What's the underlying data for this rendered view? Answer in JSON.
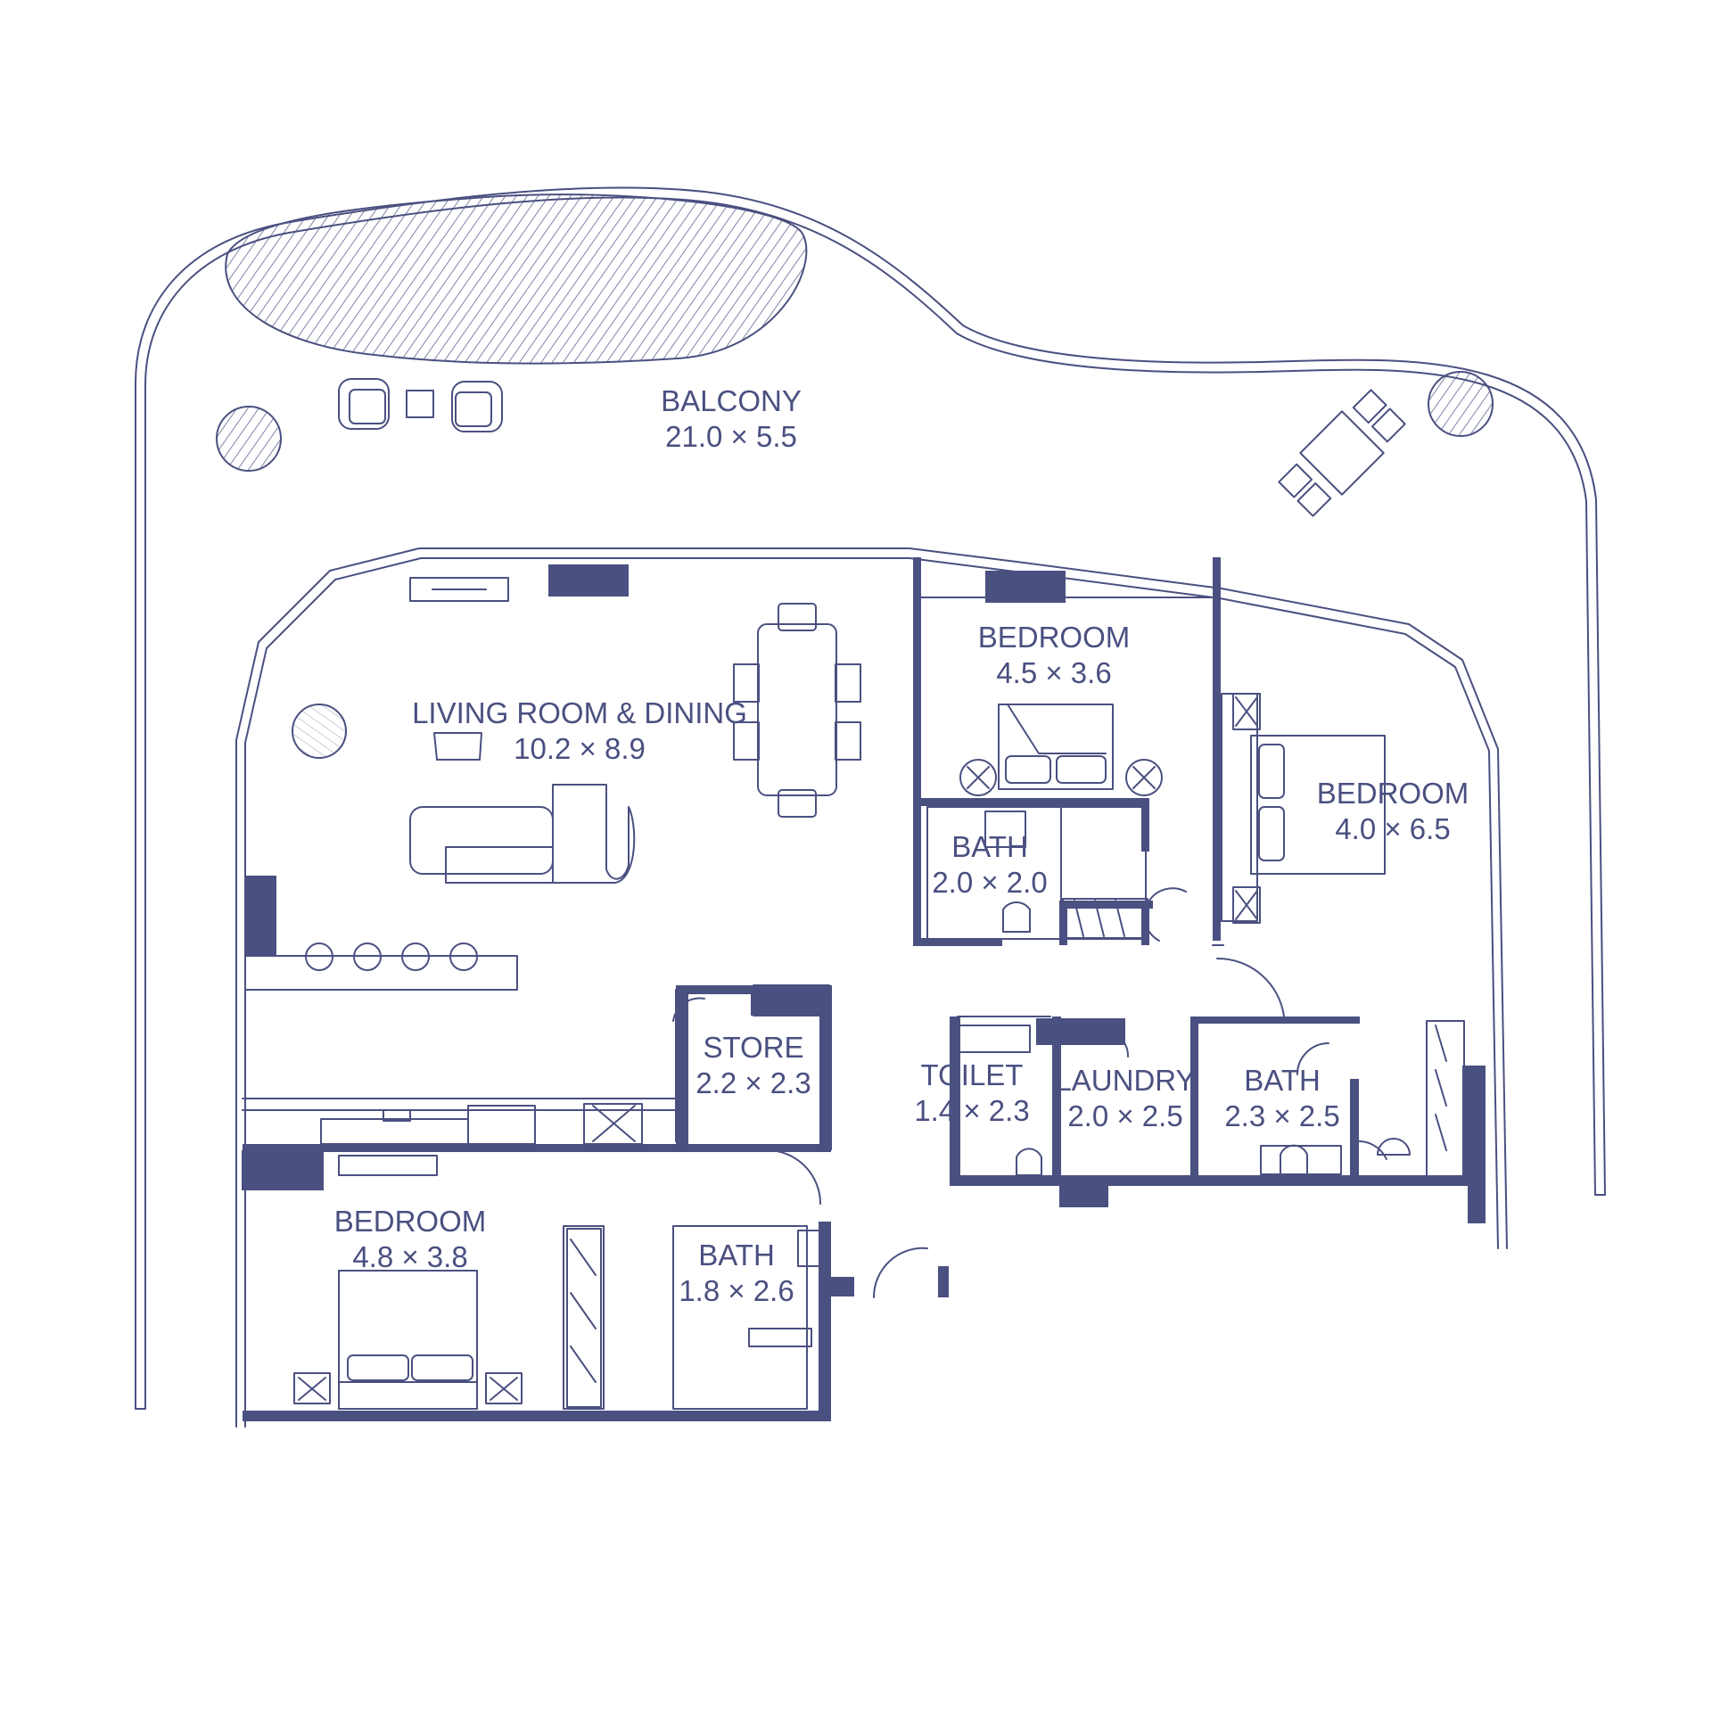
{
  "plan": {
    "colors": {
      "line": "#4a5080",
      "fill": "#4a5080",
      "background": "#ffffff"
    },
    "rooms": [
      {
        "id": "balcony",
        "name": "BALCONY",
        "size": "21.0 × 5.5"
      },
      {
        "id": "living",
        "name": "LIVING ROOM & DINING",
        "size": "10.2 × 8.9"
      },
      {
        "id": "bedroom-1",
        "name": "BEDROOM",
        "size": "4.5 × 3.6"
      },
      {
        "id": "bedroom-2",
        "name": "BEDROOM",
        "size": "4.0 × 6.5"
      },
      {
        "id": "bath-1",
        "name": "BATH",
        "size": "2.0 × 2.0"
      },
      {
        "id": "store",
        "name": "STORE",
        "size": "2.2 × 2.3"
      },
      {
        "id": "toilet",
        "name": "TOILET",
        "size": "1.4 × 2.3"
      },
      {
        "id": "laundry",
        "name": "LAUNDRY",
        "size": "2.0 × 2.5"
      },
      {
        "id": "bath-2",
        "name": "BATH",
        "size": "2.3 × 2.5"
      },
      {
        "id": "bedroom-3",
        "name": "BEDROOM",
        "size": "4.8 × 3.8"
      },
      {
        "id": "bath-3",
        "name": "BATH",
        "size": "1.8 × 2.6"
      }
    ],
    "furniture": [
      "planter",
      "lounge-chair",
      "side-table",
      "outdoor-dining-set",
      "dining-table",
      "dining-chair",
      "sofa",
      "armchair",
      "tv-unit",
      "kitchen-island",
      "bar-stool",
      "kitchen-counter",
      "bed",
      "nightstand",
      "wardrobe",
      "toilet",
      "washbasin",
      "door"
    ]
  }
}
